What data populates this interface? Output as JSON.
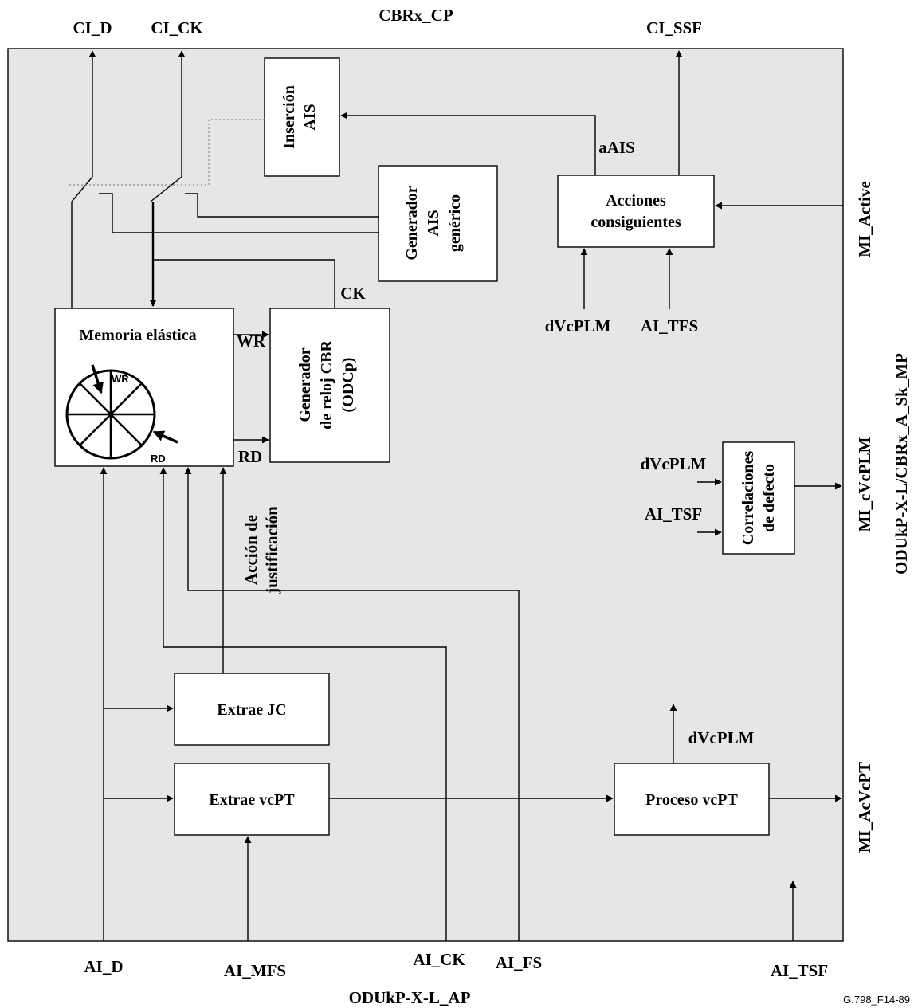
{
  "top_labels": {
    "ci_d": "CI_D",
    "ci_ck": "CI_CK",
    "cbrx_cp": "CBRx_CP",
    "ci_ssf": "CI_SSF"
  },
  "bottom_labels": {
    "ai_d": "AI_D",
    "ai_mfs": "AI_MFS",
    "ai_ck": "AI_CK",
    "ai_fs": "AI_FS",
    "ai_tsf": "AI_TSF",
    "oduk_ap": "ODUkP-X-L_AP",
    "figure_id": "G.798_F14-89"
  },
  "right_labels": {
    "mi_active": "MI_Active",
    "mi_cvcplm": "MI_cVcPLM",
    "mi_acvcpt": "MI_AcVcPT",
    "sk_mp": "ODUkP-X-L/CBRx_A_Sk_MP"
  },
  "boxes": {
    "insercion": [
      "Inserción",
      "AIS"
    ],
    "generador_ais": [
      "Generador",
      "AIS",
      "genérico"
    ],
    "acciones": [
      "Acciones",
      "consiguientes"
    ],
    "memoria": "Memoria elástica",
    "generador_reloj": [
      "Generador",
      "de reloj CBR",
      "(ODCp)"
    ],
    "correlaciones": [
      "Correlaciones",
      "de defecto"
    ],
    "extrae_jc": "Extrae JC",
    "extrae_vcpt": "Extrae vcPT",
    "proceso_vcpt": "Proceso vcPT"
  },
  "signals": {
    "aais": "aAIS",
    "ck": "CK",
    "wr": "WR",
    "rd": "RD",
    "wr_small": "WR",
    "rd_small": "RD",
    "dvcplm_acciones": "dVcPLM",
    "ai_tfs": "AI_TFS",
    "dvcplm_corr": "dVcPLM",
    "ai_tsf_corr": "AI_TSF",
    "accion": [
      "Acción de",
      "justificación"
    ],
    "dvcplm_proceso": "dVcPLM"
  }
}
